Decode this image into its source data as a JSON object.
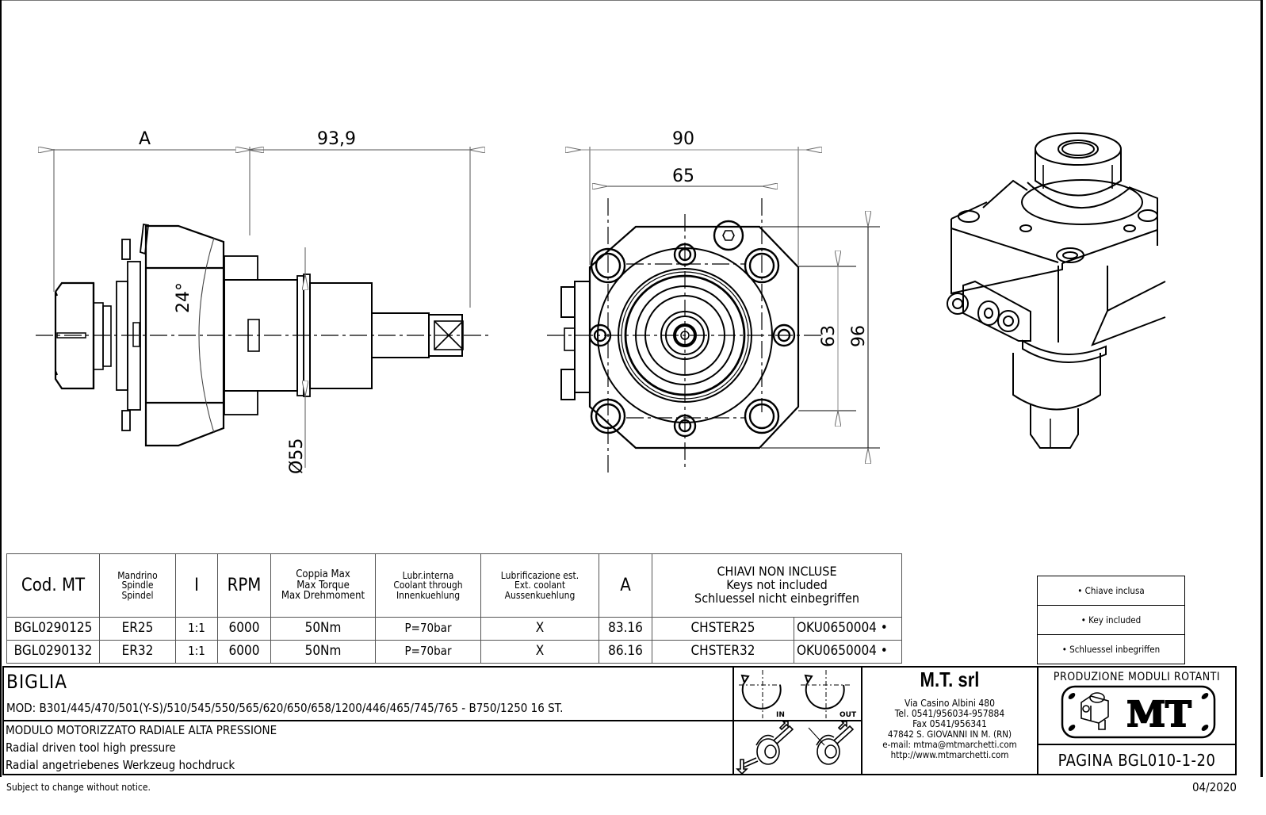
{
  "drawing": {
    "side_view": {
      "dim_A_label": "A",
      "dim_length": "93,9",
      "angle": "24°",
      "diameter": "Ø55"
    },
    "front_view": {
      "dim_width_outer": "90",
      "dim_width_inner": "65",
      "dim_height_inner": "63",
      "dim_height_outer": "96"
    }
  },
  "specs_table": {
    "headers": {
      "code": "Cod. MT",
      "spindle": [
        "Mandrino",
        "Spindle",
        "Spindel"
      ],
      "ratio": "I",
      "rpm": "RPM",
      "torque": [
        "Coppia Max",
        "Max Torque",
        "Max Drehmoment"
      ],
      "internal_coolant": [
        "Lubr.interna",
        "Coolant through",
        "Innenkuehlung"
      ],
      "external_coolant": [
        "Lubrificazione est.",
        "Ext. coolant",
        "Aussenkuehlung"
      ],
      "a": "A",
      "keys": [
        "CHIAVI NON INCLUSE",
        "Keys not included",
        "Schluessel nicht einbegriffen"
      ]
    },
    "rows": [
      {
        "code": "BGL0290125",
        "spindle": "ER25",
        "ratio": "1:1",
        "rpm": "6000",
        "torque": "50Nm",
        "internal": "P=70bar",
        "external": "X",
        "a": "83.16",
        "key1": "CHSTER25",
        "key2": "OKU0650004",
        "bullet": "•"
      },
      {
        "code": "BGL0290132",
        "spindle": "ER32",
        "ratio": "1:1",
        "rpm": "6000",
        "torque": "50Nm",
        "internal": "P=70bar",
        "external": "X",
        "a": "86.16",
        "key1": "CHSTER32",
        "key2": "OKU0650004",
        "bullet": "•"
      }
    ]
  },
  "key_note": [
    "• Chiave inclusa",
    "• Key included",
    "• Schluessel inbegriffen"
  ],
  "title_block": {
    "machine": "BIGLIA",
    "models": "MOD: B301/445/470/501(Y-S)/510/545/550/565/620/650/658/1200/446/465/745/765 - B750/1250 16 ST.",
    "description": [
      "MODULO MOTORIZZATO RADIALE ALTA PRESSIONE",
      "Radial driven tool high pressure",
      "Radial angetriebenes Werkzeug hochdruck"
    ],
    "rotation_in": "IN",
    "rotation_out": "OUT",
    "company": {
      "name": "M.T. srl",
      "address": "Via Casino Albini 480",
      "tel": "Tel. 0541/956034-957884",
      "fax": "Fax 0541/956341",
      "city": "47842 S. GIOVANNI IN M. (RN)",
      "email": "e-mail: mtma@mtmarchetti.com",
      "web": "http://www.mtmarchetti.com"
    },
    "production": "PRODUZIONE MODULI ROTANTI",
    "logo": "MT",
    "page": "PAGINA BGL010-1-20"
  },
  "footer": {
    "notice": "Subject to change without notice.",
    "date": "04/2020"
  }
}
